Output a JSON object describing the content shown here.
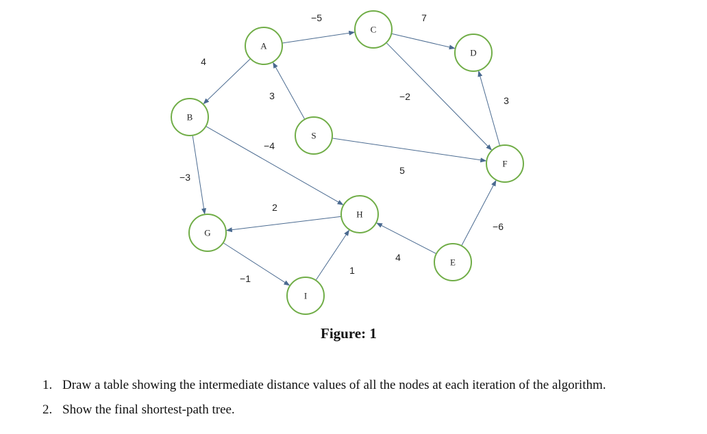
{
  "nodes": [
    {
      "id": "A",
      "label": "A"
    },
    {
      "id": "B",
      "label": "B"
    },
    {
      "id": "C",
      "label": "C"
    },
    {
      "id": "D",
      "label": "D"
    },
    {
      "id": "S",
      "label": "S"
    },
    {
      "id": "F",
      "label": "F"
    },
    {
      "id": "G",
      "label": "G"
    },
    {
      "id": "H",
      "label": "H"
    },
    {
      "id": "E",
      "label": "E"
    },
    {
      "id": "I",
      "label": "I"
    }
  ],
  "edges": [
    {
      "from": "A",
      "to": "C",
      "weight": "−5"
    },
    {
      "from": "C",
      "to": "D",
      "weight": "7"
    },
    {
      "from": "A",
      "to": "B",
      "weight": "4"
    },
    {
      "from": "S",
      "to": "A",
      "weight": "3"
    },
    {
      "from": "C",
      "to": "F",
      "weight": "−2"
    },
    {
      "from": "F",
      "to": "D",
      "weight": "3"
    },
    {
      "from": "B",
      "to": "H",
      "weight": "−4"
    },
    {
      "from": "S",
      "to": "F",
      "weight": "5"
    },
    {
      "from": "B",
      "to": "G",
      "weight": "−3"
    },
    {
      "from": "H",
      "to": "G",
      "weight": "2"
    },
    {
      "from": "E",
      "to": "F",
      "weight": "−6"
    },
    {
      "from": "E",
      "to": "H",
      "weight": "4"
    },
    {
      "from": "G",
      "to": "I",
      "weight": "−1"
    },
    {
      "from": "I",
      "to": "H",
      "weight": "1"
    }
  ],
  "caption": "Figure: 1",
  "questions": [
    {
      "number": "1.",
      "text": "Draw a table showing the intermediate distance values of all the nodes at each iteration of the algorithm."
    },
    {
      "number": "2.",
      "text": "Show the final shortest-path tree."
    }
  ]
}
